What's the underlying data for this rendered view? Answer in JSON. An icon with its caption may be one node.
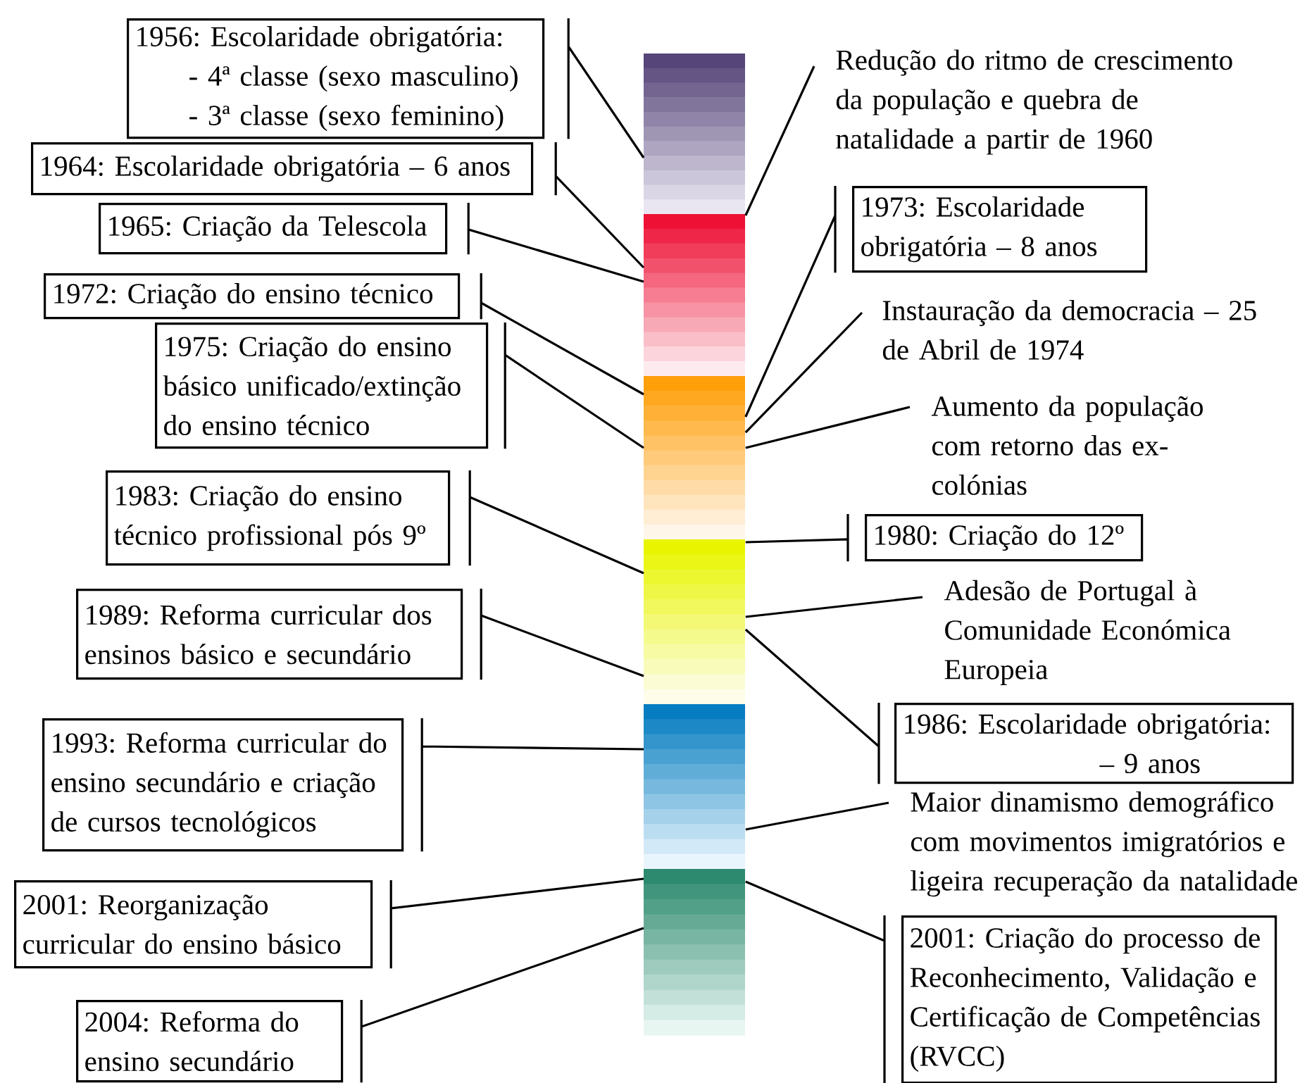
{
  "diagram": {
    "nodes": [
      {
        "text": [
          "1956: Escolaridade obrigatória:",
          "- 4ª classe (sexo masculino)",
          "- 3ª classe (sexo feminino)"
        ]
      },
      {
        "text": [
          "1964: Escolaridade obrigatória – 6 anos"
        ]
      },
      {
        "text": [
          "1965: Criação da Telescola"
        ]
      },
      {
        "text": [
          "1972: Criação do ensino técnico"
        ]
      },
      {
        "text": [
          "1975: Criação do ensino básico unificado/extinção do ensino técnico"
        ]
      },
      {
        "text": [
          "1983: Criação do ensino técnico profissional pós 9º"
        ]
      },
      {
        "text": [
          "1989: Reforma curricular dos ensinos básico e secundário"
        ]
      },
      {
        "text": [
          "1993: Reforma curricular do ensino secundário e criação de cursos tecnológicos"
        ]
      },
      {
        "text": [
          "2001: Reorganização curricular do ensino básico"
        ]
      },
      {
        "text": [
          "2004: Reforma do ensino secundário"
        ]
      },
      {
        "text": [],
        "shape": "bar"
      },
      {
        "text": [],
        "shape": "bar"
      },
      {
        "text": [],
        "shape": "bar"
      },
      {
        "text": [],
        "shape": "bar"
      },
      {
        "text": [],
        "shape": "bar"
      },
      {
        "text": [],
        "shape": "bar"
      },
      {
        "text": [
          "Redução do ritmo de crescimento da população e quebra de natalidade a partir de 1960"
        ]
      },
      {
        "text": [
          "1973: Escolaridade obrigatória – 8 anos"
        ]
      },
      {
        "text": [
          "Instauração da democracia – 25 de Abril de 1974"
        ]
      },
      {
        "text": [
          "Aumento da população com retorno das ex-colónias"
        ]
      },
      {
        "text": [
          "1980: Criação do 12º"
        ]
      },
      {
        "text": [
          "Adesão de Portugal à Comunidade Económica Europeia"
        ]
      },
      {
        "text": [
          "1986: Escolaridade obrigatória:",
          "– 9 anos"
        ]
      },
      {
        "text": [
          "Maior dinamismo demográfico com movimentos imigratórios e ligeira recuperação da natalidade"
        ]
      },
      {
        "text": [
          "2001: Criação do processo de Reconhecimento, Validação e Certificação de Competências (RVCC)"
        ]
      }
    ],
    "edges": [
      {
        "from": 0,
        "to": 10,
        "arrow": "none"
      },
      {
        "from": 1,
        "to": 11,
        "arrow": "none"
      },
      {
        "from": 2,
        "to": 11,
        "arrow": "none"
      },
      {
        "from": 3,
        "to": 12,
        "arrow": "none"
      },
      {
        "from": 4,
        "to": 12,
        "arrow": "none"
      },
      {
        "from": 5,
        "to": 13,
        "arrow": "none"
      },
      {
        "from": 6,
        "to": 13,
        "arrow": "none"
      },
      {
        "from": 7,
        "to": 14,
        "arrow": "none"
      },
      {
        "from": 8,
        "to": 15,
        "arrow": "none"
      },
      {
        "from": 9,
        "to": 15,
        "arrow": "none"
      },
      {
        "from": 16,
        "to": 11,
        "arrow": "none"
      },
      {
        "from": 17,
        "to": 12,
        "arrow": "none"
      },
      {
        "from": 18,
        "to": 12,
        "arrow": "none"
      },
      {
        "from": 19,
        "to": 12,
        "arrow": "none"
      },
      {
        "from": 20,
        "to": 13,
        "arrow": "none"
      },
      {
        "from": 21,
        "to": 13,
        "arrow": "none"
      },
      {
        "from": 22,
        "to": 13,
        "arrow": "none"
      },
      {
        "from": 23,
        "to": 14,
        "arrow": "none"
      },
      {
        "from": 24,
        "to": 15,
        "arrow": "none"
      }
    ]
  }
}
